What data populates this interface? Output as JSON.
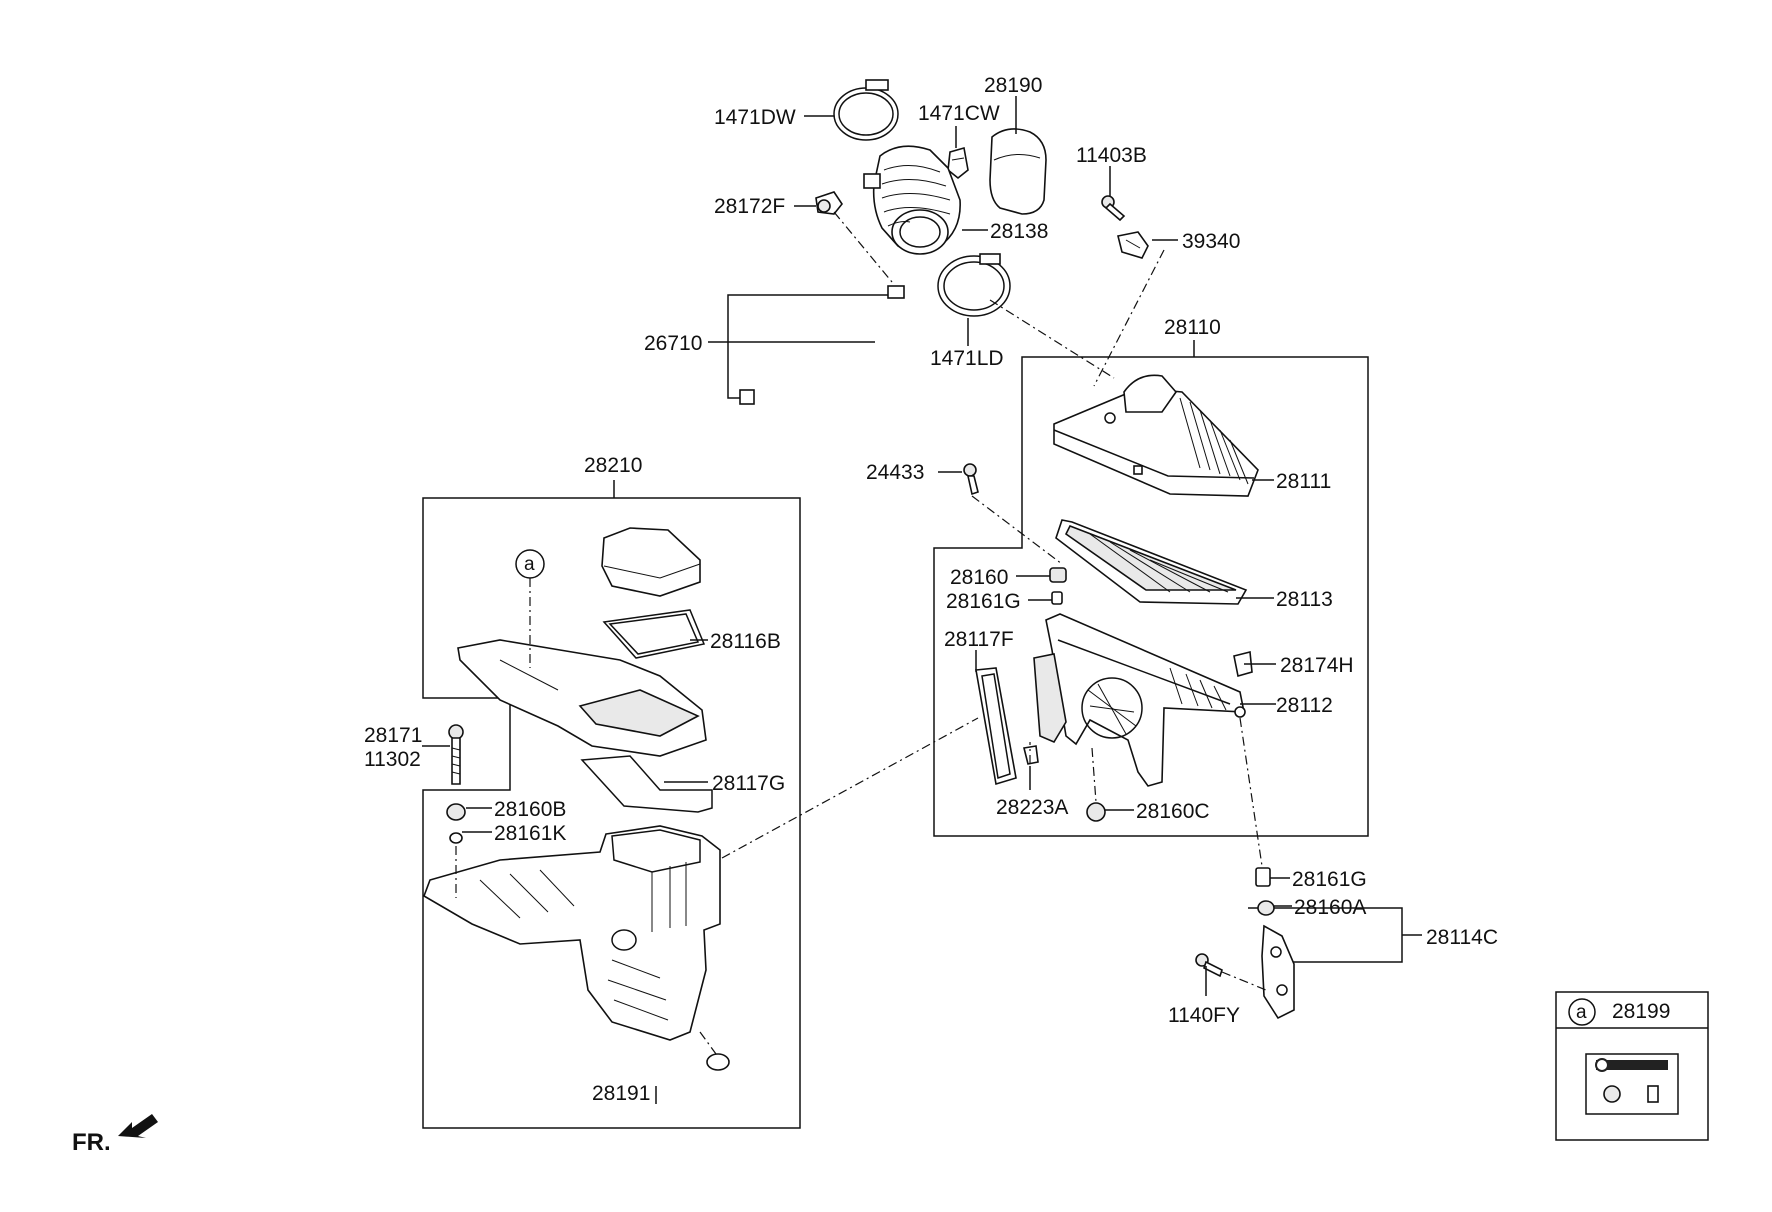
{
  "labels": {
    "p1471DW": "1471DW",
    "p28190": "28190",
    "p1471CW": "1471CW",
    "p28172F": "28172F",
    "p28138": "28138",
    "p11403B": "11403B",
    "p39340": "39340",
    "p26710": "26710",
    "p1471LD": "1471LD",
    "p28110": "28110",
    "p24433": "24433",
    "p28111": "28111",
    "p28210": "28210",
    "p28160": "28160",
    "p28161G_top": "28161G",
    "p28113": "28113",
    "p28116B": "28116B",
    "p28117F": "28117F",
    "p28174H": "28174H",
    "p28112": "28112",
    "p28171": "28171",
    "p11302": "11302",
    "p28117G": "28117G",
    "p28223A": "28223A",
    "p28160B": "28160B",
    "p28160C": "28160C",
    "p28161K": "28161K",
    "p28161G_bot": "28161G",
    "p28160A": "28160A",
    "p28114C": "28114C",
    "p1140FY": "1140FY",
    "p28191": "28191",
    "p28199": "28199"
  },
  "callout_marker": "a",
  "front_indicator": "FR."
}
